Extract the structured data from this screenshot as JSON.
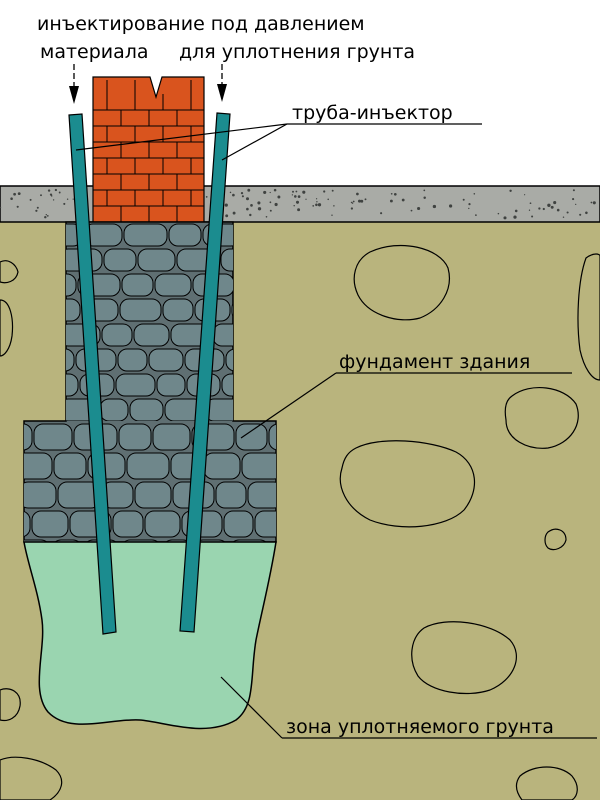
{
  "labels": {
    "injection_line1": "инъектирование под давлением",
    "injection_line2_left": "материала",
    "injection_line2_right": "для уплотнения грунта",
    "injector_pipe": "труба-инъектор",
    "building_foundation": "фундамент здания",
    "compacted_soil_zone": "зона уплотняемого грунта"
  },
  "colors": {
    "soil": "#b9b47d",
    "surface_layer": "#a9aba6",
    "brick": "#d9541e",
    "stone_masonry": "#5f6f72",
    "stone": "#6f878b",
    "injector_pipe": "#1b8c8f",
    "compacted_zone": "#9ad5b0",
    "outline": "#000000"
  }
}
